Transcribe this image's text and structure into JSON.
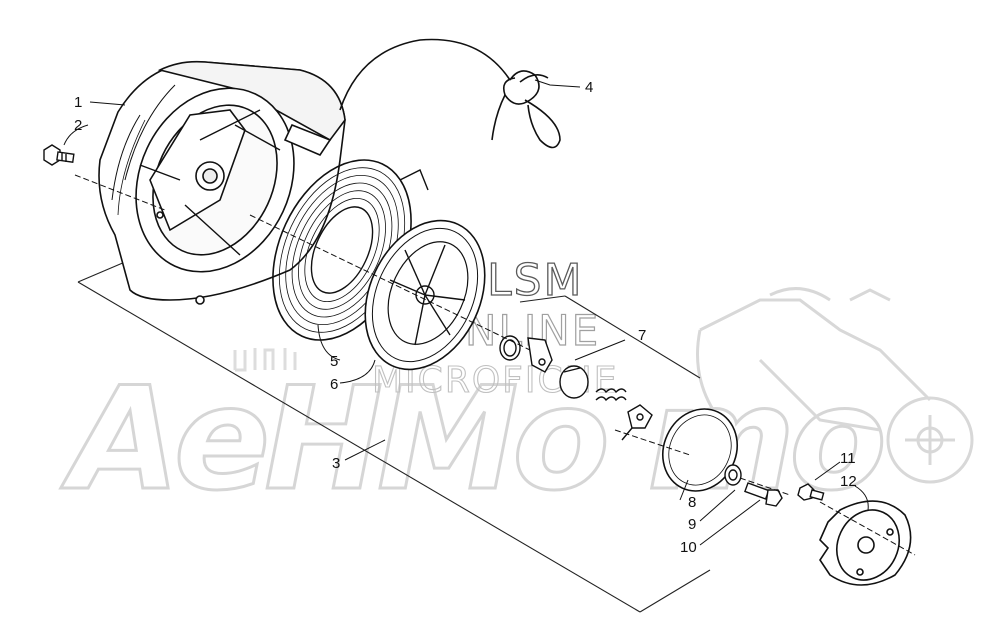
{
  "watermark": {
    "brand": "AeHMo  mo",
    "line1": "HLSM",
    "line2": "ONLINE",
    "line3": "MICROFICHE"
  },
  "callouts": {
    "c1": "1",
    "c2": "2",
    "c3": "3",
    "c4": "4",
    "c5": "5",
    "c6": "6",
    "c7": "7",
    "c8": "8",
    "c9": "9",
    "c10": "10",
    "c11": "11",
    "c12": "12"
  }
}
